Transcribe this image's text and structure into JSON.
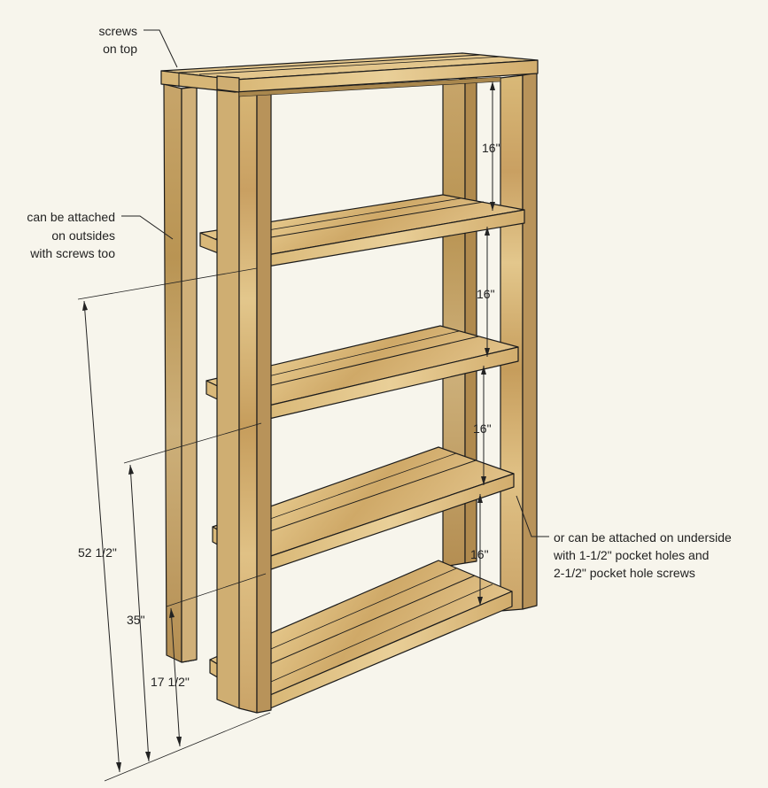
{
  "annotations": {
    "screws_top": [
      "screws",
      "on top"
    ],
    "outsides": [
      "can be attached",
      "on outsides",
      "with screws too"
    ],
    "underside": [
      "or can be attached on underside",
      "with 1-1/2\" pocket holes and",
      "2-1/2\" pocket hole screws"
    ]
  },
  "dimensions": {
    "shelf_spacing": [
      "16\"",
      "16\"",
      "16\"",
      "16\""
    ],
    "height_total": "52 1/2\"",
    "height_mid": "35\"",
    "height_low": "17 1/2\""
  },
  "colors": {
    "wood_light": "#e6c98d",
    "wood_mid": "#d7b16f",
    "wood_dark": "#b98f4d",
    "wood_shadow": "#9b7c4a",
    "wood_side": "#cfae75",
    "edge": "#1b1b1b",
    "background": "#f7f5ec"
  }
}
